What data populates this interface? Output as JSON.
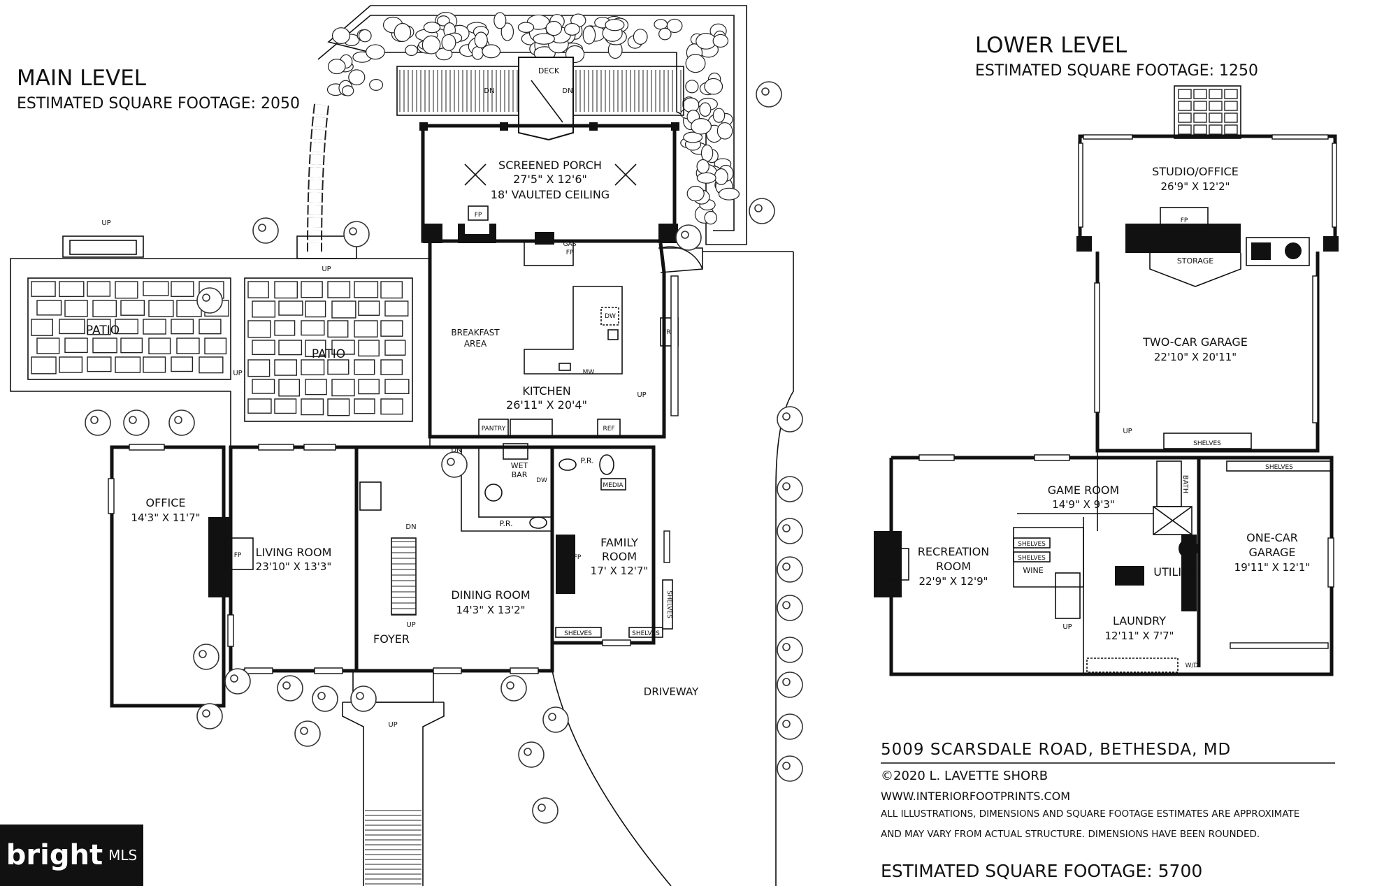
{
  "main_level": {
    "title": "MAIN LEVEL",
    "sqft": "ESTIMATED SQUARE FOOTAGE: 2050",
    "rooms": {
      "deck": "DECK",
      "screened_porch": "SCREENED PORCH",
      "screened_porch_dim": "27'5\" X 12'6\"",
      "screened_porch_ceiling": "18' VAULTED CEILING",
      "breakfast": "BREAKFAST",
      "breakfast_area": "AREA",
      "kitchen": "KITCHEN",
      "kitchen_dim": "26'11\" X 20'4\"",
      "patio_left": "PATIO",
      "patio_right": "PATIO",
      "office": "OFFICE",
      "office_dim": "14'3\" X 11'7\"",
      "living_room": "LIVING ROOM",
      "living_room_dim": "23'10\" X 13'3\"",
      "dining_room": "DINING ROOM",
      "dining_room_dim": "14'3\" X 13'2\"",
      "foyer": "FOYER",
      "family": "FAMILY",
      "family_room": "ROOM",
      "family_room_dim": "17' X 12'7\"",
      "driveway": "DRIVEWAY"
    },
    "fixtures": {
      "fp": "FP",
      "gas": "GAS",
      "pantry": "PANTRY",
      "ref": "REF",
      "frz": "FRZ",
      "dw": "DW",
      "mw": "MW",
      "wet": "WET",
      "bar": "BAR",
      "pr": "P.R.",
      "media": "MEDIA",
      "shelves": "SHELVES",
      "up": "UP",
      "dn": "DN"
    }
  },
  "lower_level": {
    "title": "LOWER LEVEL",
    "sqft": "ESTIMATED SQUARE FOOTAGE: 1250",
    "rooms": {
      "studio_office": "STUDIO/OFFICE",
      "studio_office_dim": "26'9\" X 12'2\"",
      "storage": "STORAGE",
      "two_car_garage": "TWO-CAR GARAGE",
      "two_car_garage_dim": "22'10\" X 20'11\"",
      "game_room": "GAME ROOM",
      "game_room_dim": "14'9\" X 9'3\"",
      "recreation": "RECREATION",
      "recreation_room": "ROOM",
      "recreation_room_dim": "22'9\" X 12'9\"",
      "wine": "WINE",
      "utility": "UTILITY",
      "laundry": "LAUNDRY",
      "laundry_dim": "12'11\" X 7'7\"",
      "bath": "BATH",
      "one_car": "ONE-CAR",
      "one_car_garage": "GARAGE",
      "one_car_garage_dim": "19'11\" X 12'1\"",
      "wd": "W/D"
    }
  },
  "footer": {
    "address": "5009 SCARSDALE ROAD, BETHESDA, MD",
    "copyright": "©2020 L. LAVETTE SHORB",
    "website": "WWW.INTERIORFOOTPRINTS.COM",
    "disclaimer_1": "ALL ILLUSTRATIONS, DIMENSIONS AND SQUARE FOOTAGE ESTIMATES ARE APPROXIMATE",
    "disclaimer_2": "AND MAY VARY FROM ACTUAL STRUCTURE. DIMENSIONS HAVE BEEN ROUNDED.",
    "total_sqft": "ESTIMATED SQUARE FOOTAGE: 5700"
  },
  "logo": {
    "brand": "bright",
    "suffix": "MLS"
  }
}
